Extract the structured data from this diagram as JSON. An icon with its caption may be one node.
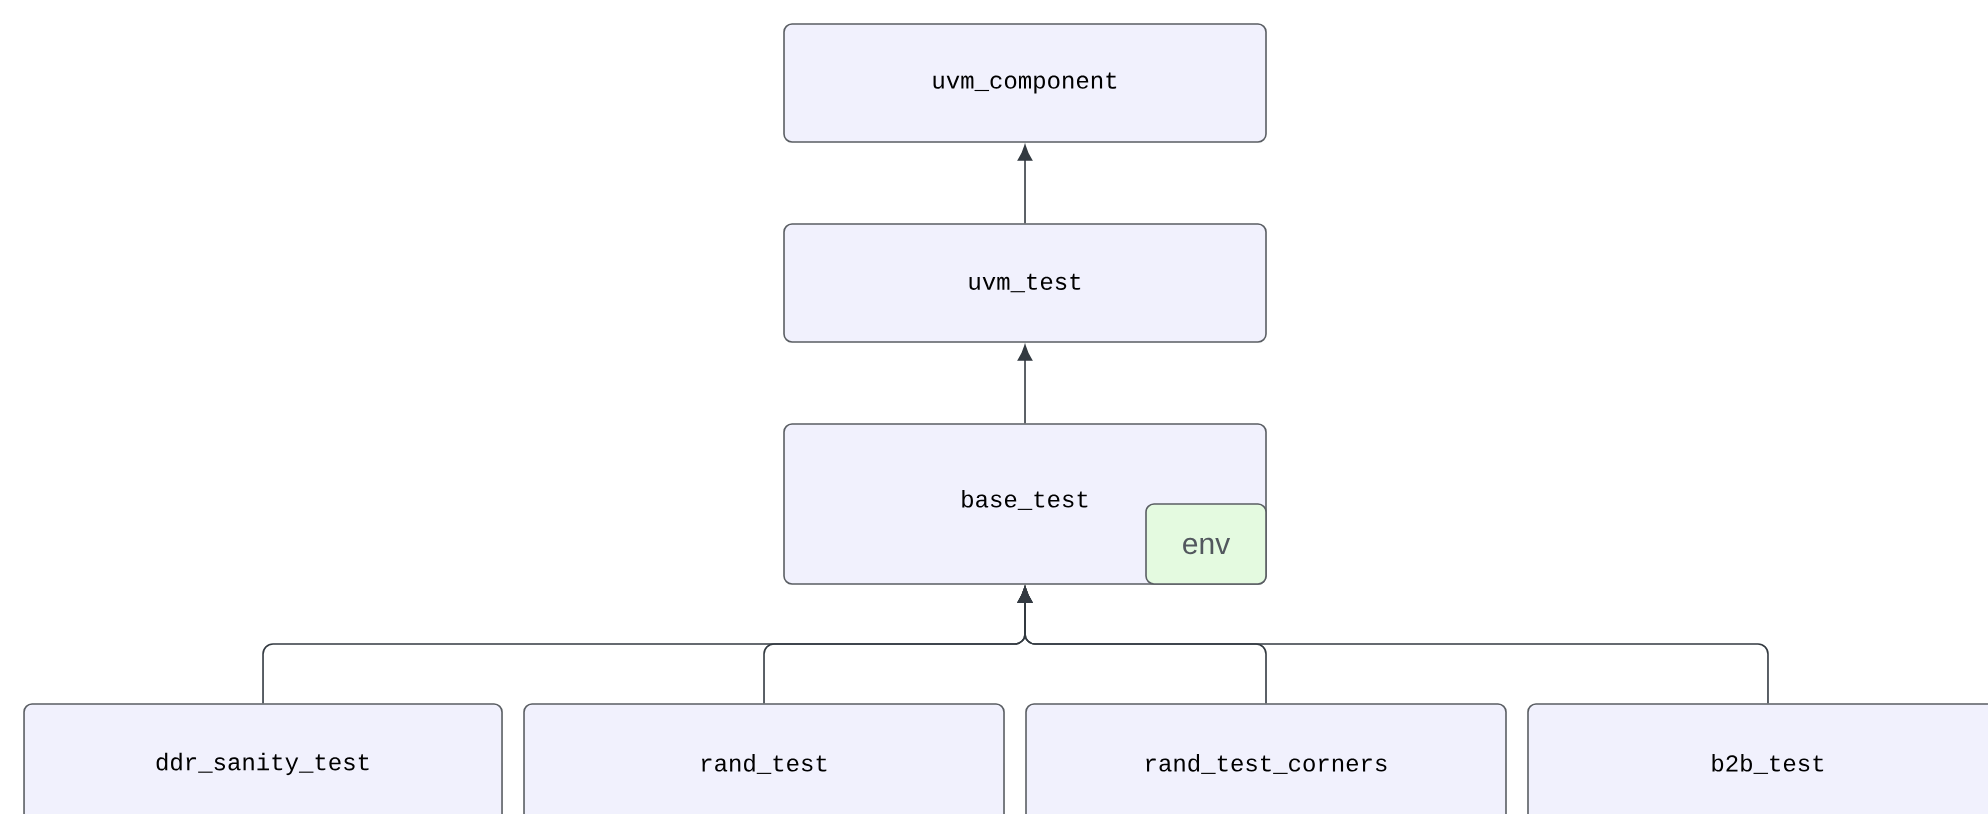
{
  "diagram": {
    "nodes": [
      {
        "text": [
          "uvm_component"
        ]
      },
      {
        "text": [
          "uvm_test"
        ]
      },
      {
        "text": [
          "base_test"
        ]
      },
      {
        "text": [
          "env"
        ],
        "in": 2
      },
      {
        "text": [
          "ddr_sanity_test"
        ]
      },
      {
        "text": [
          "rand_test"
        ]
      },
      {
        "text": [
          "rand_test_corners"
        ]
      },
      {
        "text": [
          "b2b_test"
        ]
      }
    ],
    "edges": [
      {
        "from": 1,
        "to": 0,
        "arrow": "to"
      },
      {
        "from": 2,
        "to": 1,
        "arrow": "to"
      },
      {
        "from": 4,
        "to": 2,
        "arrow": "to"
      },
      {
        "from": 5,
        "to": 2,
        "arrow": "to"
      },
      {
        "from": 6,
        "to": 2,
        "arrow": "to"
      },
      {
        "from": 7,
        "to": 2,
        "arrow": "to"
      }
    ]
  }
}
